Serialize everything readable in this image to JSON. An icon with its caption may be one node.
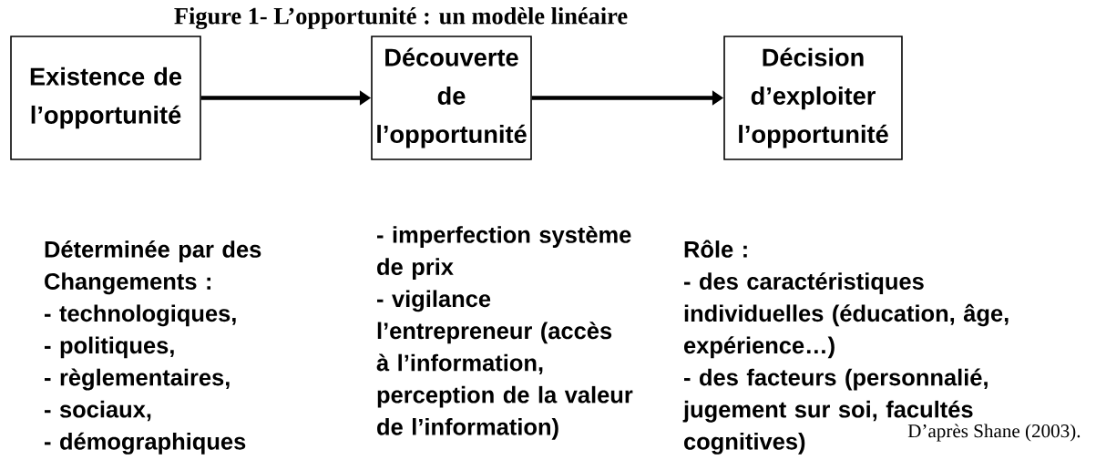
{
  "diagram": {
    "title": "Figure 1- L’opportunité : un modèle linéaire",
    "nodes": [
      {
        "text": [
          "Existence de l’opportunité"
        ],
        "beside": [
          "Déterminée par des Changements :",
          "- technologiques,",
          "- politiques,",
          "- règlementaires,",
          "- sociaux,",
          "- démographiques"
        ]
      },
      {
        "text": [
          "Découverte de l’opportunité"
        ],
        "beside": [
          "- imperfection système de prix",
          "- vigilance l’entrepreneur (accès à l’information, perception de la valeur de l’information)"
        ]
      },
      {
        "text": [
          "Décision d’exploiter l’opportunité"
        ],
        "beside": [
          "Rôle :",
          "- des caractéristiques individuelles (éducation, âge, expérience…)",
          "- des facteurs (personnalié, jugement sur soi, facultés cognitives)"
        ]
      }
    ],
    "edges": [
      {
        "from": 0,
        "to": 1,
        "arrow": "to"
      },
      {
        "from": 1,
        "to": 2,
        "arrow": "to"
      }
    ],
    "labels": [
      "D’après Shane (2003)."
    ]
  }
}
